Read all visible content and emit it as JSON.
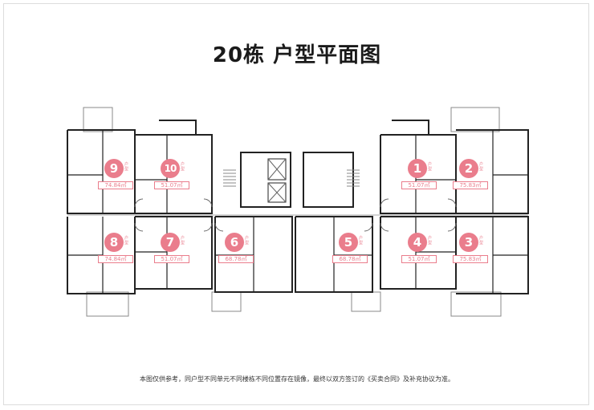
{
  "title": "20栋  户型平面图",
  "units": [
    {
      "num": "9",
      "hu": "户型",
      "area": "74.84㎡"
    },
    {
      "num": "10",
      "hu": "户型",
      "area": "51.07㎡"
    },
    {
      "num": "1",
      "hu": "户型",
      "area": "51.07㎡"
    },
    {
      "num": "2",
      "hu": "户型",
      "area": "75.83㎡"
    },
    {
      "num": "8",
      "hu": "户型",
      "area": "74.84㎡"
    },
    {
      "num": "7",
      "hu": "户型",
      "area": "51.07㎡"
    },
    {
      "num": "6",
      "hu": "户型",
      "area": "68.78㎡"
    },
    {
      "num": "5",
      "hu": "户型",
      "area": "68.78㎡"
    },
    {
      "num": "4",
      "hu": "户型",
      "area": "51.07㎡"
    },
    {
      "num": "3",
      "hu": "户型",
      "area": "75.83㎡"
    }
  ],
  "footnote": "本图仅供参考，同户型不同单元不同楼栋不同位置存在镜像，最终以双方签订的《买卖合同》及补充协议为准。",
  "colors": {
    "badge": "#ea7d8c",
    "wall": "#222222",
    "text": "#1a1a1a"
  }
}
